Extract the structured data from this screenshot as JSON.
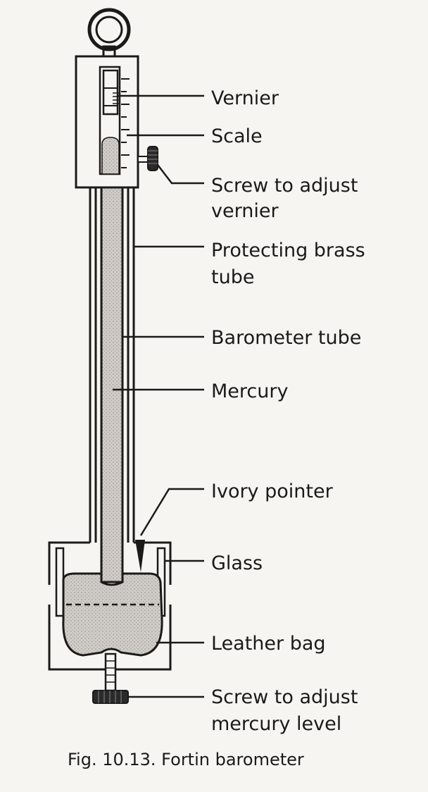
{
  "caption": "Fig. 10.13. Fortin barometer",
  "labels": {
    "vernier": "Vernier",
    "scale": "Scale",
    "screw_vernier_1": "Screw to adjust",
    "screw_vernier_2": "vernier",
    "brass_tube_1": "Protecting brass",
    "brass_tube_2": "tube",
    "barometer_tube": "Barometer tube",
    "mercury": "Mercury",
    "ivory_pointer": "Ivory pointer",
    "glass": "Glass",
    "leather_bag": "Leather bag",
    "screw_level_1": "Screw to adjust",
    "screw_level_2": "mercury level"
  },
  "colors": {
    "ink": "#1a1a1a",
    "mercury": "#c9c6c1",
    "paper": "#f7f5f1"
  }
}
